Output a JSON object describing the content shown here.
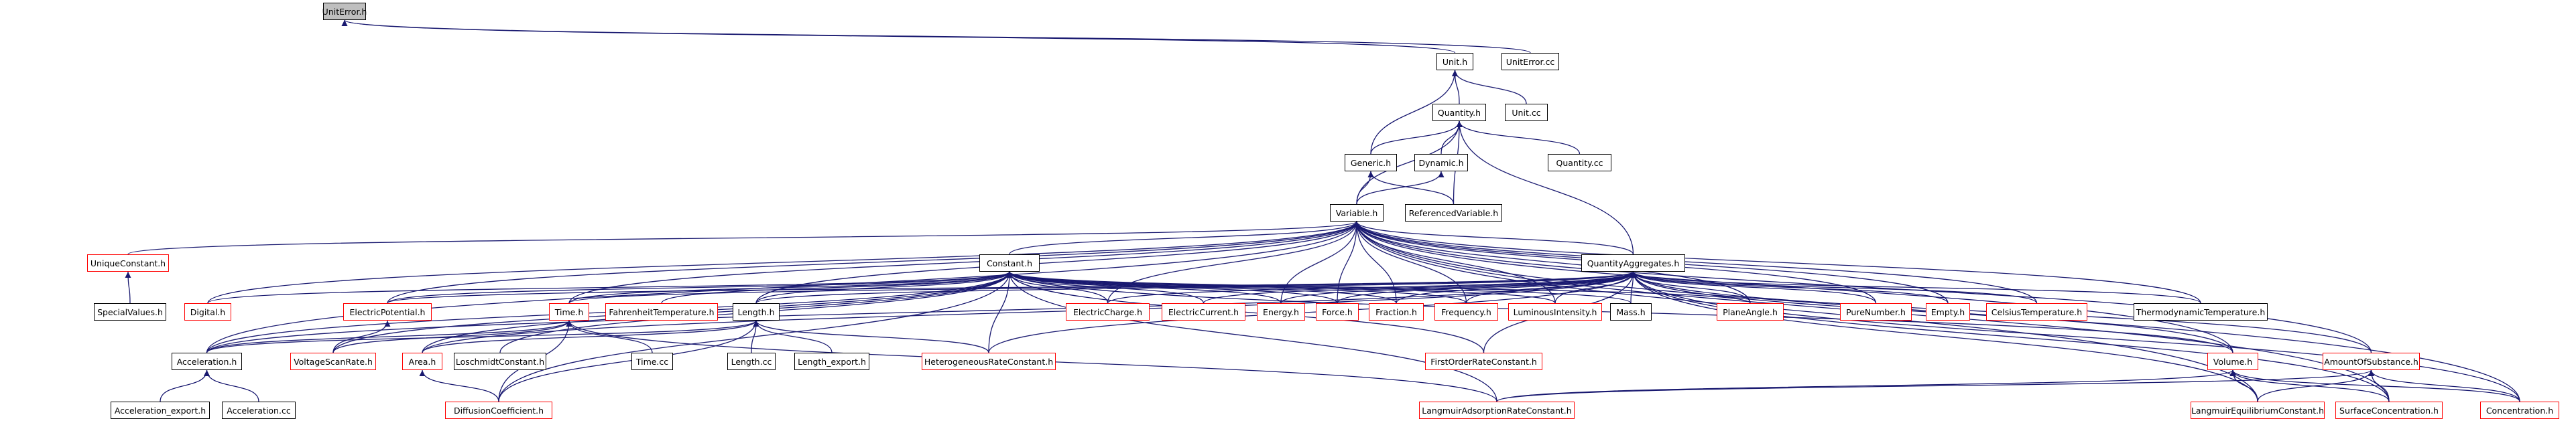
{
  "title": "UnitError.h",
  "colors": {
    "edge": "#191970",
    "node_border": "#000000",
    "node_truncated_border": "#ff0000",
    "root_fill": "#bfbfbf"
  },
  "nodes": {
    "uniterror_h": {
      "label": "UnitError.h",
      "root": true
    },
    "unit_h": {
      "label": "Unit.h"
    },
    "uniterror_cc": {
      "label": "UnitError.cc"
    },
    "quantity_h": {
      "label": "Quantity.h"
    },
    "unit_cc": {
      "label": "Unit.cc"
    },
    "generic_h": {
      "label": "Generic.h"
    },
    "dynamic_h": {
      "label": "Dynamic.h"
    },
    "quantity_cc": {
      "label": "Quantity.cc"
    },
    "variable_h": {
      "label": "Variable.h"
    },
    "referencedvariable_h": {
      "label": "ReferencedVariable.h"
    },
    "uniqueconstant_h": {
      "label": "UniqueConstant.h",
      "truncated": true
    },
    "constant_h": {
      "label": "Constant.h"
    },
    "quantityaggregates_h": {
      "label": "QuantityAggregates.h"
    },
    "specialvalues_h": {
      "label": "SpecialValues.h"
    },
    "digital_h": {
      "label": "Digital.h",
      "truncated": true
    },
    "electricpotential_h": {
      "label": "ElectricPotential.h",
      "truncated": true
    },
    "time_h": {
      "label": "Time.h",
      "truncated": true
    },
    "fahrenheittemperature_h": {
      "label": "FahrenheitTemperature.h",
      "truncated": true
    },
    "length_h": {
      "label": "Length.h"
    },
    "electriccharge_h": {
      "label": "ElectricCharge.h",
      "truncated": true
    },
    "electriccurrent_h": {
      "label": "ElectricCurrent.h",
      "truncated": true
    },
    "energy_h": {
      "label": "Energy.h",
      "truncated": true
    },
    "force_h": {
      "label": "Force.h",
      "truncated": true
    },
    "fraction_h": {
      "label": "Fraction.h",
      "truncated": true
    },
    "frequency_h": {
      "label": "Frequency.h",
      "truncated": true
    },
    "luminousintensity_h": {
      "label": "LuminousIntensity.h",
      "truncated": true
    },
    "mass_h": {
      "label": "Mass.h"
    },
    "planeangle_h": {
      "label": "PlaneAngle.h",
      "truncated": true
    },
    "purenumber_h": {
      "label": "PureNumber.h",
      "truncated": true
    },
    "empty_h": {
      "label": "Empty.h",
      "truncated": true
    },
    "celsiustemperature_h": {
      "label": "CelsiusTemperature.h",
      "truncated": true
    },
    "thermodynamictemperature_h": {
      "label": "ThermodynamicTemperature.h"
    },
    "acceleration_h": {
      "label": "Acceleration.h"
    },
    "voltagescanrate_h": {
      "label": "VoltageScanRate.h",
      "truncated": true
    },
    "area_h": {
      "label": "Area.h",
      "truncated": true
    },
    "loschmidtconstant_h": {
      "label": "LoschmidtConstant.h"
    },
    "time_cc": {
      "label": "Time.cc"
    },
    "length_cc": {
      "label": "Length.cc"
    },
    "length_export_h": {
      "label": "Length_export.h"
    },
    "heterogeneousrateconstant_h": {
      "label": "HeterogeneousRateConstant.h",
      "truncated": true
    },
    "firstorderrateconstant_h": {
      "label": "FirstOrderRateConstant.h",
      "truncated": true
    },
    "volume_h": {
      "label": "Volume.h",
      "truncated": true
    },
    "amountofsubstance_h": {
      "label": "AmountOfSubstance.h",
      "truncated": true
    },
    "acceleration_export_h": {
      "label": "Acceleration_export.h"
    },
    "acceleration_cc": {
      "label": "Acceleration.cc"
    },
    "diffusioncoefficient_h": {
      "label": "DiffusionCoefficient.h",
      "truncated": true
    },
    "langmuiradsorptionrateconstant_h": {
      "label": "LangmuirAdsorptionRateConstant.h",
      "truncated": true
    },
    "langmuirequilibriumconstant_h": {
      "label": "LangmuirEquilibriumConstant.h",
      "truncated": true
    },
    "surfaceconcentration_h": {
      "label": "SurfaceConcentration.h",
      "truncated": true
    },
    "concentration_h": {
      "label": "Concentration.h",
      "truncated": true
    }
  },
  "edges": [
    [
      "unit_h",
      "uniterror_h"
    ],
    [
      "uniterror_cc",
      "uniterror_h"
    ],
    [
      "quantity_h",
      "unit_h"
    ],
    [
      "unit_cc",
      "unit_h"
    ],
    [
      "generic_h",
      "unit_h"
    ],
    [
      "generic_h",
      "quantity_h"
    ],
    [
      "dynamic_h",
      "quantity_h"
    ],
    [
      "quantity_cc",
      "quantity_h"
    ],
    [
      "variable_h",
      "quantity_h"
    ],
    [
      "variable_h",
      "generic_h"
    ],
    [
      "variable_h",
      "dynamic_h"
    ],
    [
      "referencedvariable_h",
      "quantity_h"
    ],
    [
      "referencedvariable_h",
      "generic_h"
    ],
    [
      "quantityaggregates_h",
      "quantity_h"
    ],
    [
      "quantityaggregates_h",
      "variable_h"
    ],
    [
      "constant_h",
      "variable_h"
    ],
    [
      "uniqueconstant_h",
      "variable_h"
    ],
    [
      "specialvalues_h",
      "uniqueconstant_h"
    ],
    [
      "digital_h",
      "constant_h"
    ],
    [
      "electricpotential_h",
      "constant_h"
    ],
    [
      "time_h",
      "constant_h"
    ],
    [
      "fahrenheittemperature_h",
      "constant_h"
    ],
    [
      "length_h",
      "constant_h"
    ],
    [
      "electriccharge_h",
      "constant_h"
    ],
    [
      "electriccurrent_h",
      "constant_h"
    ],
    [
      "energy_h",
      "constant_h"
    ],
    [
      "force_h",
      "constant_h"
    ],
    [
      "fraction_h",
      "constant_h"
    ],
    [
      "frequency_h",
      "constant_h"
    ],
    [
      "luminousintensity_h",
      "constant_h"
    ],
    [
      "mass_h",
      "constant_h"
    ],
    [
      "planeangle_h",
      "constant_h"
    ],
    [
      "acceleration_h",
      "constant_h"
    ],
    [
      "voltagescanrate_h",
      "constant_h"
    ],
    [
      "area_h",
      "constant_h"
    ],
    [
      "loschmidtconstant_h",
      "constant_h"
    ],
    [
      "heterogeneousrateconstant_h",
      "constant_h"
    ],
    [
      "firstorderrateconstant_h",
      "constant_h"
    ],
    [
      "volume_h",
      "constant_h"
    ],
    [
      "diffusioncoefficient_h",
      "constant_h"
    ],
    [
      "langmuiradsorptionrateconstant_h",
      "constant_h"
    ],
    [
      "electricpotential_h",
      "quantityaggregates_h"
    ],
    [
      "time_h",
      "quantityaggregates_h"
    ],
    [
      "length_h",
      "quantityaggregates_h"
    ],
    [
      "electriccharge_h",
      "quantityaggregates_h"
    ],
    [
      "electriccurrent_h",
      "quantityaggregates_h"
    ],
    [
      "energy_h",
      "quantityaggregates_h"
    ],
    [
      "force_h",
      "quantityaggregates_h"
    ],
    [
      "fraction_h",
      "quantityaggregates_h"
    ],
    [
      "frequency_h",
      "quantityaggregates_h"
    ],
    [
      "luminousintensity_h",
      "quantityaggregates_h"
    ],
    [
      "mass_h",
      "quantityaggregates_h"
    ],
    [
      "planeangle_h",
      "quantityaggregates_h"
    ],
    [
      "purenumber_h",
      "quantityaggregates_h"
    ],
    [
      "empty_h",
      "quantityaggregates_h"
    ],
    [
      "celsiustemperature_h",
      "quantityaggregates_h"
    ],
    [
      "thermodynamictemperature_h",
      "quantityaggregates_h"
    ],
    [
      "acceleration_h",
      "quantityaggregates_h"
    ],
    [
      "area_h",
      "quantityaggregates_h"
    ],
    [
      "heterogeneousrateconstant_h",
      "quantityaggregates_h"
    ],
    [
      "firstorderrateconstant_h",
      "quantityaggregates_h"
    ],
    [
      "volume_h",
      "quantityaggregates_h"
    ],
    [
      "amountofsubstance_h",
      "quantityaggregates_h"
    ],
    [
      "concentration_h",
      "quantityaggregates_h"
    ],
    [
      "surfaceconcentration_h",
      "quantityaggregates_h"
    ],
    [
      "langmuirequilibriumconstant_h",
      "quantityaggregates_h"
    ],
    [
      "digital_h",
      "variable_h"
    ],
    [
      "electricpotential_h",
      "variable_h"
    ],
    [
      "time_h",
      "variable_h"
    ],
    [
      "length_h",
      "variable_h"
    ],
    [
      "electriccharge_h",
      "variable_h"
    ],
    [
      "energy_h",
      "variable_h"
    ],
    [
      "force_h",
      "variable_h"
    ],
    [
      "fraction_h",
      "variable_h"
    ],
    [
      "frequency_h",
      "variable_h"
    ],
    [
      "luminousintensity_h",
      "variable_h"
    ],
    [
      "planeangle_h",
      "variable_h"
    ],
    [
      "purenumber_h",
      "variable_h"
    ],
    [
      "empty_h",
      "variable_h"
    ],
    [
      "celsiustemperature_h",
      "variable_h"
    ],
    [
      "thermodynamictemperature_h",
      "variable_h"
    ],
    [
      "acceleration_h",
      "variable_h"
    ],
    [
      "volume_h",
      "variable_h"
    ],
    [
      "amountofsubstance_h",
      "variable_h"
    ],
    [
      "concentration_h",
      "variable_h"
    ],
    [
      "surfaceconcentration_h",
      "variable_h"
    ],
    [
      "langmuirequilibriumconstant_h",
      "variable_h"
    ],
    [
      "voltagescanrate_h",
      "electricpotential_h"
    ],
    [
      "voltagescanrate_h",
      "time_h"
    ],
    [
      "acceleration_h",
      "time_h"
    ],
    [
      "acceleration_h",
      "length_h"
    ],
    [
      "time_cc",
      "time_h"
    ],
    [
      "diffusioncoefficient_h",
      "time_h"
    ],
    [
      "langmuiradsorptionrateconstant_h",
      "time_h"
    ],
    [
      "area_h",
      "length_h"
    ],
    [
      "length_cc",
      "length_h"
    ],
    [
      "length_export_h",
      "length_h"
    ],
    [
      "heterogeneousrateconstant_h",
      "length_h"
    ],
    [
      "diffusioncoefficient_h",
      "length_h"
    ],
    [
      "diffusioncoefficient_h",
      "area_h"
    ],
    [
      "acceleration_export_h",
      "acceleration_h"
    ],
    [
      "acceleration_cc",
      "acceleration_h"
    ],
    [
      "langmuiradsorptionrateconstant_h",
      "volume_h"
    ],
    [
      "langmuiradsorptionrateconstant_h",
      "amountofsubstance_h"
    ],
    [
      "langmuirequilibriumconstant_h",
      "volume_h"
    ],
    [
      "langmuirequilibriumconstant_h",
      "amountofsubstance_h"
    ],
    [
      "surfaceconcentration_h",
      "volume_h"
    ],
    [
      "surfaceconcentration_h",
      "amountofsubstance_h"
    ],
    [
      "concentration_h",
      "volume_h"
    ],
    [
      "concentration_h",
      "amountofsubstance_h"
    ]
  ]
}
